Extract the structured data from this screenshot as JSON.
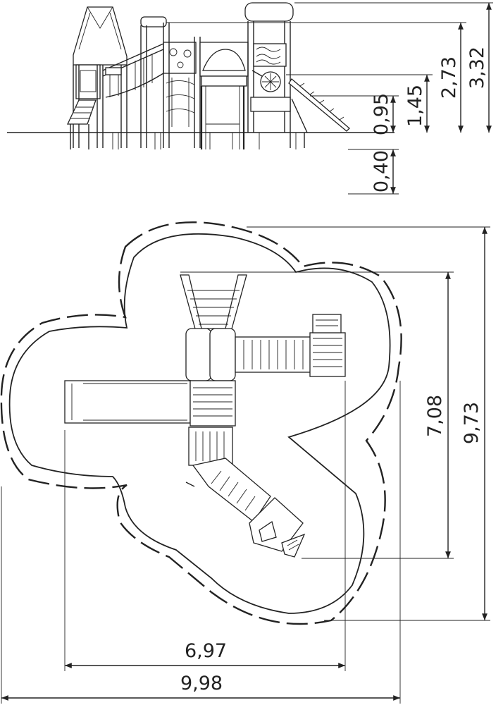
{
  "elevation": {
    "dimensions": [
      {
        "id": "h-0-95",
        "label": "0,95"
      },
      {
        "id": "h-1-45",
        "label": "1,45"
      },
      {
        "id": "h-2-73",
        "label": "2,73"
      },
      {
        "id": "h-3-32",
        "label": "3,32"
      },
      {
        "id": "h-0-40",
        "label": "0,40"
      }
    ]
  },
  "plan": {
    "dimensions": [
      {
        "id": "w-6-97",
        "label": "6,97"
      },
      {
        "id": "w-9-98",
        "label": "9,98"
      },
      {
        "id": "d-7-08",
        "label": "7,08"
      },
      {
        "id": "d-9-73",
        "label": "9,73"
      }
    ]
  }
}
